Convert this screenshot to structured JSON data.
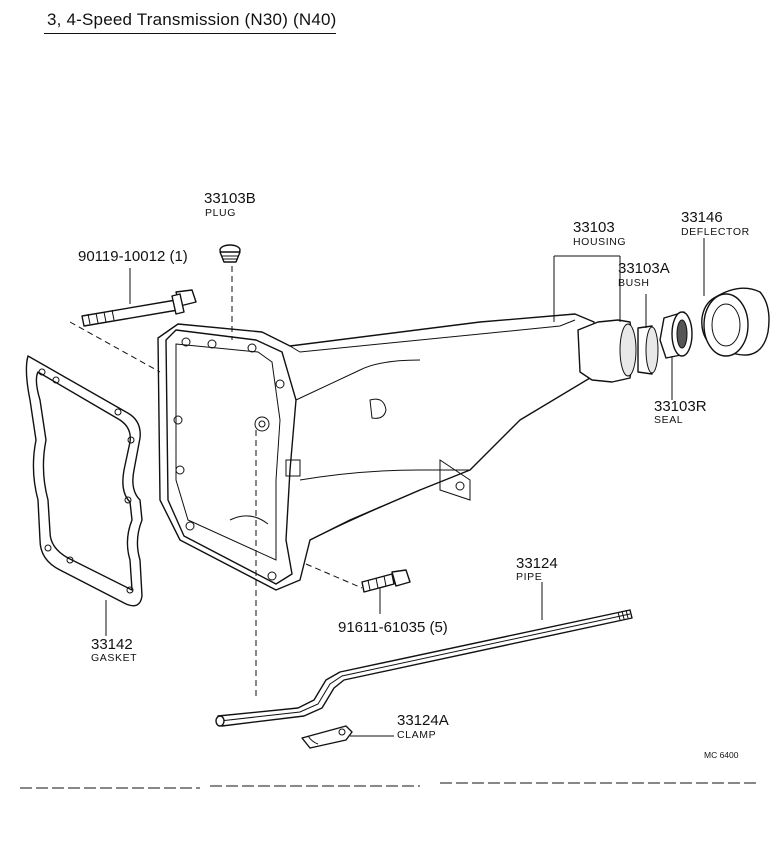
{
  "title": "3, 4-Speed Transmission (N30) (N40)",
  "parts": {
    "plug": {
      "number": "33103B",
      "name": "PLUG"
    },
    "bolt_upper": {
      "number": "90119-10012 (1)"
    },
    "housing": {
      "number": "33103",
      "name": "HOUSING"
    },
    "deflector": {
      "number": "33146",
      "name": "DEFLECTOR"
    },
    "bush": {
      "number": "33103A",
      "name": "BUSH"
    },
    "seal": {
      "number": "33103R",
      "name": "SEAL"
    },
    "gasket": {
      "number": "33142",
      "name": "GASKET"
    },
    "pipe": {
      "number": "33124",
      "name": "PIPE"
    },
    "bolt_lower": {
      "number": "91611-61035 (5)"
    },
    "clamp": {
      "number": "33124A",
      "name": "CLAMP"
    }
  },
  "diagram_code": "MC 6400"
}
